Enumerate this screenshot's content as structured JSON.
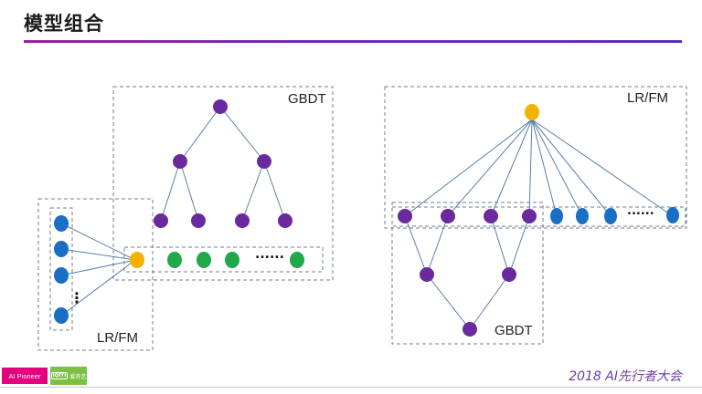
{
  "slide": {
    "title": "模型组合",
    "footer": "2018 AI先行者大会",
    "brand_tag": "AI Pioneer",
    "brand_logo_text": "爱奇艺",
    "brand_logo_mark": "iQIYI"
  },
  "left_diagram": {
    "gbdt_label": "GBDT",
    "lrfm_label": "LR/FM",
    "input_ellipsis": "⋮",
    "feature_ellipsis": "......"
  },
  "right_diagram": {
    "lrfm_label": "LR/FM",
    "gbdt_label": "GBDT",
    "feature_ellipsis": "......"
  },
  "colors": {
    "tree_node": "#6a2a9e",
    "input_node": "#1a6fc4",
    "output_node": "#f2b200",
    "gbdt_feature_node": "#21a84a",
    "edge": "#5a7fa8",
    "box_border": "#6f7f90",
    "accent_rule": "#7a2aa8"
  }
}
